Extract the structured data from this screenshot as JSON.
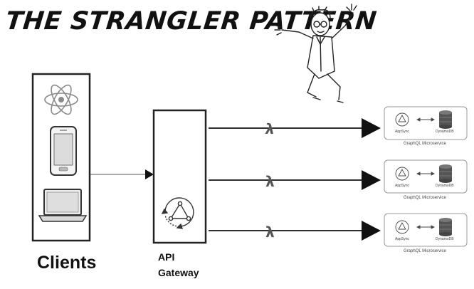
{
  "title": "THE STRANGLER PATTERN",
  "clients": {
    "label": "Clients",
    "devices": [
      "react-icon",
      "phone-icon",
      "laptop-icon"
    ]
  },
  "gateway": {
    "label_line1": "API",
    "label_line2": "Gateway"
  },
  "lambda_symbol": "λ",
  "microservices": [
    {
      "appsync_label": "AppSync",
      "db_label": "DynamoDB",
      "caption": "GraphQL Microservice"
    },
    {
      "appsync_label": "AppSync",
      "db_label": "DynamoDB",
      "caption": "GraphQL Microservice"
    },
    {
      "appsync_label": "AppSync",
      "db_label": "DynamoDB",
      "caption": "GraphQL Microservice"
    }
  ]
}
